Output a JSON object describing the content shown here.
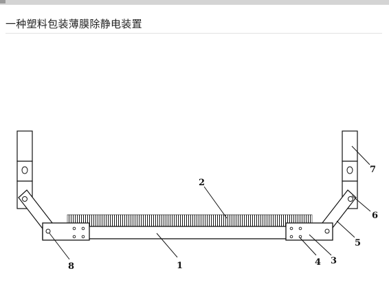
{
  "page": {
    "title": "一种塑料包装薄膜除静电装置"
  },
  "diagram": {
    "callouts": [
      {
        "id": "c1",
        "text": "1"
      },
      {
        "id": "c2",
        "text": "2"
      },
      {
        "id": "c3",
        "text": "3"
      },
      {
        "id": "c4",
        "text": "4"
      },
      {
        "id": "c5",
        "text": "5"
      },
      {
        "id": "c6",
        "text": "6"
      },
      {
        "id": "c7",
        "text": "7"
      },
      {
        "id": "c8",
        "text": "8"
      }
    ]
  }
}
